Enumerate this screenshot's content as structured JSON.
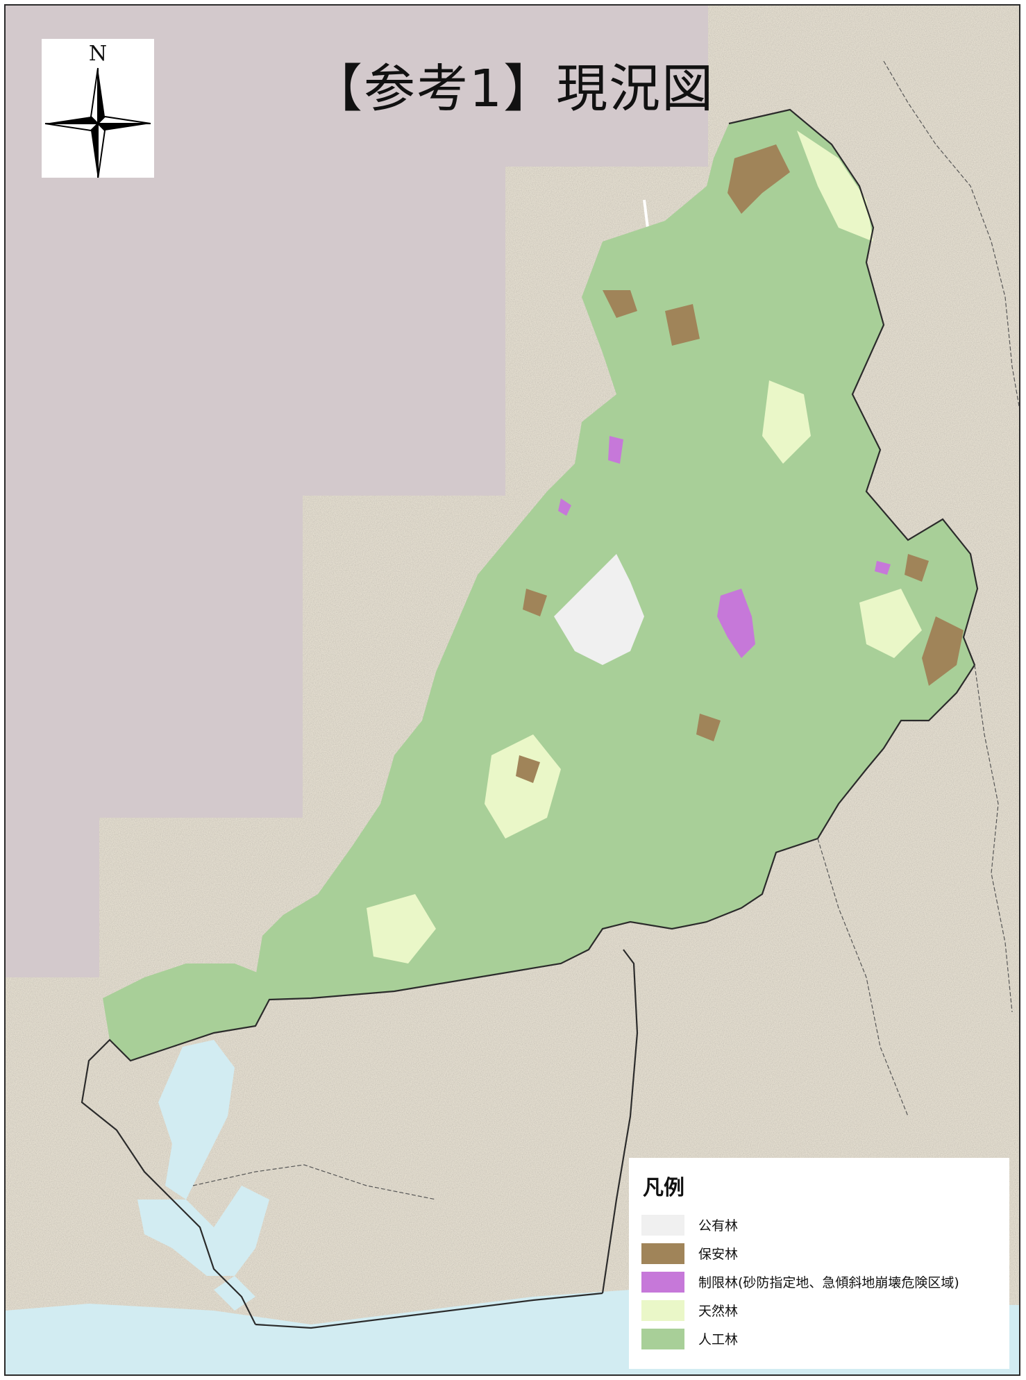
{
  "title": "【参考1】現況図",
  "compass": {
    "north_label": "N"
  },
  "legend": {
    "title": "凡例",
    "items": [
      {
        "label": "公有林",
        "color": "#f0f0f0"
      },
      {
        "label": "保安林",
        "color": "#a08459"
      },
      {
        "label": "制限林(砂防指定地、急傾斜地崩壊危険区域)",
        "color": "#c678d9"
      },
      {
        "label": "天然林",
        "color": "#eaf7c8"
      },
      {
        "label": "人工林",
        "color": "#a8cf98"
      }
    ]
  },
  "colors": {
    "outside_area": "#d3c9cc",
    "base_map": "#e3ddcf",
    "sea": "#d2ecf2",
    "boundary": "#2b2b2b"
  }
}
